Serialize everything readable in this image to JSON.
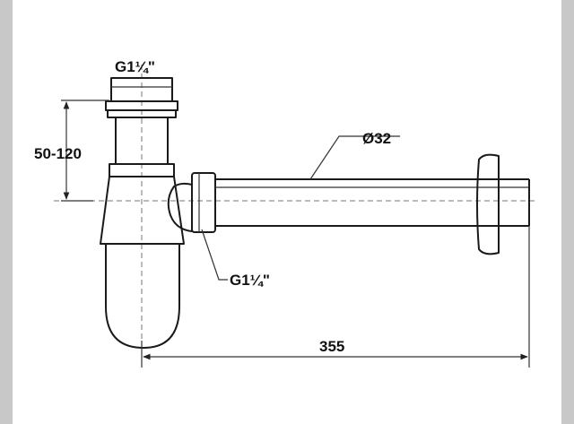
{
  "labels": {
    "top_thread": "G1¼\"",
    "height_range": "50-120",
    "pipe_diameter": "Ø32",
    "side_thread": "G1¼\"",
    "length": "355"
  },
  "colors": {
    "background": "#f2f2f2",
    "frame": "#c8c8c8",
    "line": "#1a1a1a",
    "body_fill": "#ffffff",
    "band_fill": "#d9d9d9"
  }
}
